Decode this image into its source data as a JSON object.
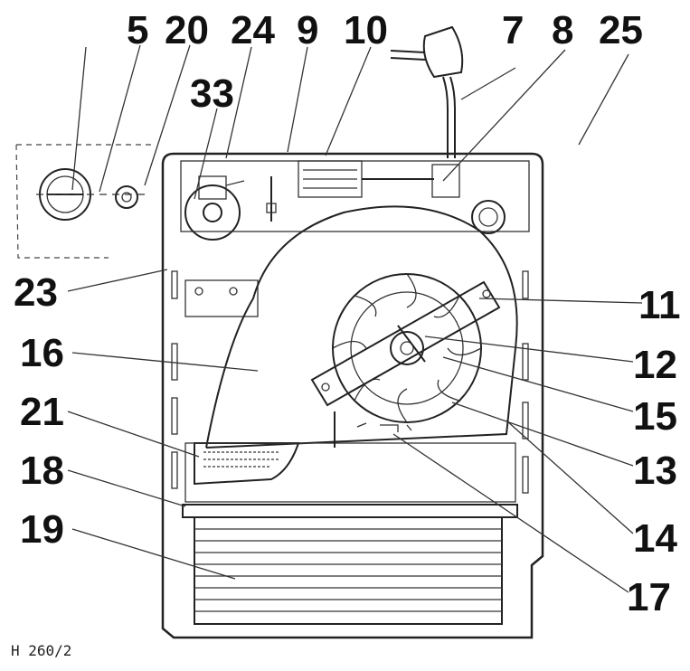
{
  "diagram": {
    "drawing_code": "H 260/2",
    "part_numbers": [
      "5",
      "20",
      "24",
      "9",
      "10",
      "7",
      "8",
      "25",
      "33",
      "23",
      "11",
      "16",
      "12",
      "21",
      "15",
      "13",
      "18",
      "14",
      "19",
      "17"
    ]
  }
}
